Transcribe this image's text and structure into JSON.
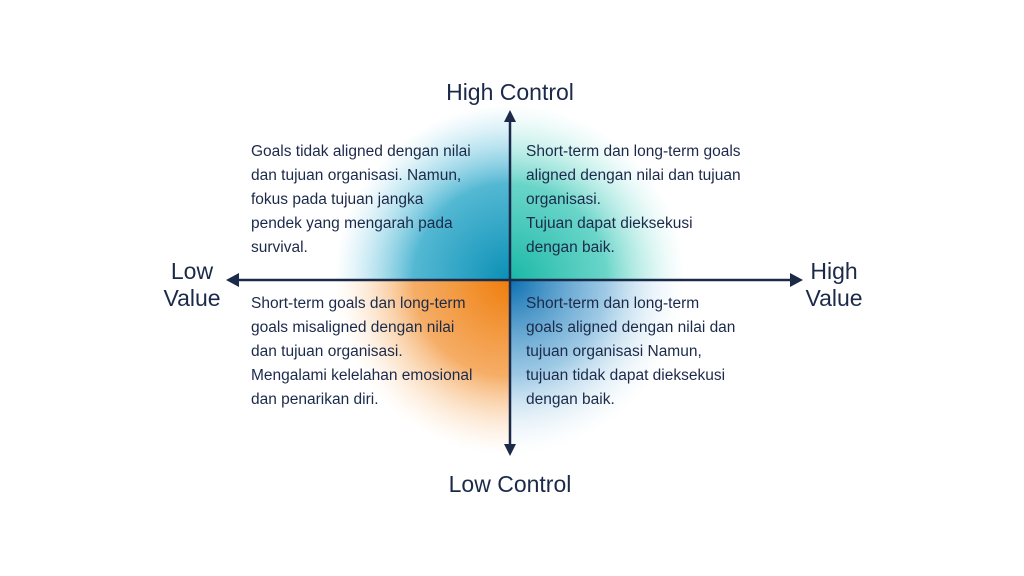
{
  "axes": {
    "top": "High Control",
    "bottom": "Low Control",
    "left": "Low\nValue",
    "right": "High\nValue"
  },
  "quadrants": {
    "top_left": {
      "text": "Goals tidak aligned dengan nilai\ndan tujuan organisasi. Namun,\nfokus pada tujuan jangka\npendek yang mengarah pada\nsurvival.",
      "color": "#0a8fb5"
    },
    "top_right": {
      "text": "Short-term dan long-term goals\naligned dengan nilai dan tujuan\norganisasi.\nTujuan dapat dieksekusi\ndengan baik.",
      "color": "#19b7a6"
    },
    "bottom_left": {
      "text": "Short-term goals dan long-term\ngoals misaligned dengan nilai\ndan tujuan organisasi.\nMengalami kelelahan emosional\ndan penarikan diri.",
      "color": "#ef7d0b"
    },
    "bottom_right": {
      "text": "Short-term dan long-term\ngoals aligned dengan nilai dan\ntujuan organisasi Namun,\ntujuan tidak dapat dieksekusi\ndengan baik.",
      "color": "#0b6fb0"
    }
  },
  "colors": {
    "axis": "#1c2a4a",
    "background": "#ffffff"
  }
}
